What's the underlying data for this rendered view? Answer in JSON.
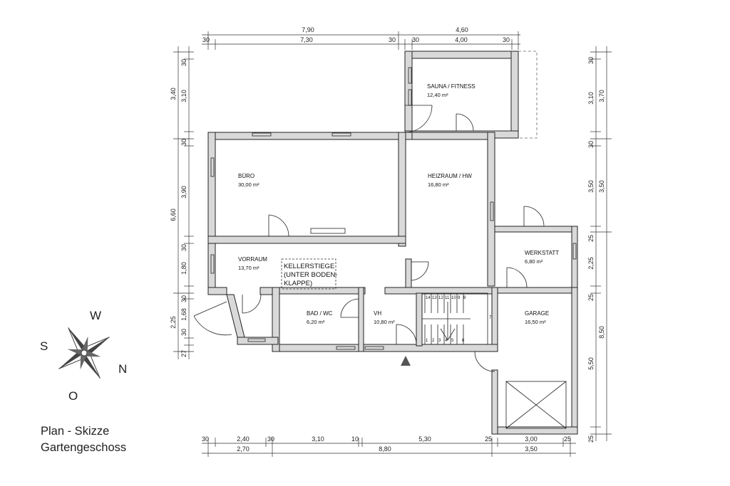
{
  "title": {
    "line1": "Plan - Skizze",
    "line2": "Gartengeschoss"
  },
  "compass": {
    "w": "W",
    "s": "S",
    "n": "N",
    "o": "O"
  },
  "rooms": {
    "sauna": {
      "name": "SAUNA / FITNESS",
      "area": "12,40 m²"
    },
    "buero": {
      "name": "BÜRO",
      "area": "30,00 m²"
    },
    "heiz": {
      "name": "HEIZRAUM / HW",
      "area": "16,80 m²"
    },
    "vorraum": {
      "name": "VORRAUM",
      "area": "13,70 m²"
    },
    "werkstatt": {
      "name": "WERKSTATT",
      "area": "6,80 m²"
    },
    "bad": {
      "name": "BAD / WC",
      "area": "6,20 m²"
    },
    "vh": {
      "name": "VH",
      "area": "10,80 m²"
    },
    "garage": {
      "name": "GARAGE",
      "area": "16,50 m²"
    },
    "kellerstiege": {
      "line1": "KELLERSTIEGE",
      "line2": "(UNTER BODEN-",
      "line3": "KLAPPE)"
    }
  },
  "stairs": {
    "top": [
      "14",
      "13",
      "12",
      "11",
      "10",
      "9",
      "8"
    ],
    "bottom": [
      "1",
      "2",
      "3",
      "4",
      "5",
      "6"
    ],
    "side": "7"
  },
  "dims": {
    "top_total_left": "7,90",
    "top_total_right": "4,60",
    "top_parts": [
      "30",
      "7,30",
      "30",
      "30",
      "4,00",
      "30"
    ],
    "bottom_parts": [
      "30",
      "2,40",
      "30",
      "3,10",
      "10",
      "5,30",
      "25",
      "3,00",
      "25"
    ],
    "bottom_totals": [
      "2,70",
      "8,80",
      "3,50"
    ],
    "left_inner": [
      "30",
      "3,10",
      "30",
      "3,90",
      "30",
      "1,80",
      "30",
      "1,68",
      "30",
      "27"
    ],
    "left_outer": [
      "3,40",
      "6,60",
      "2,25"
    ],
    "right_inner": [
      "30",
      "3,10",
      "30",
      "3,50",
      "25",
      "2,25",
      "25",
      "5,50",
      "25"
    ],
    "right_outer": [
      "3,70",
      "3,50",
      "8,50"
    ]
  }
}
